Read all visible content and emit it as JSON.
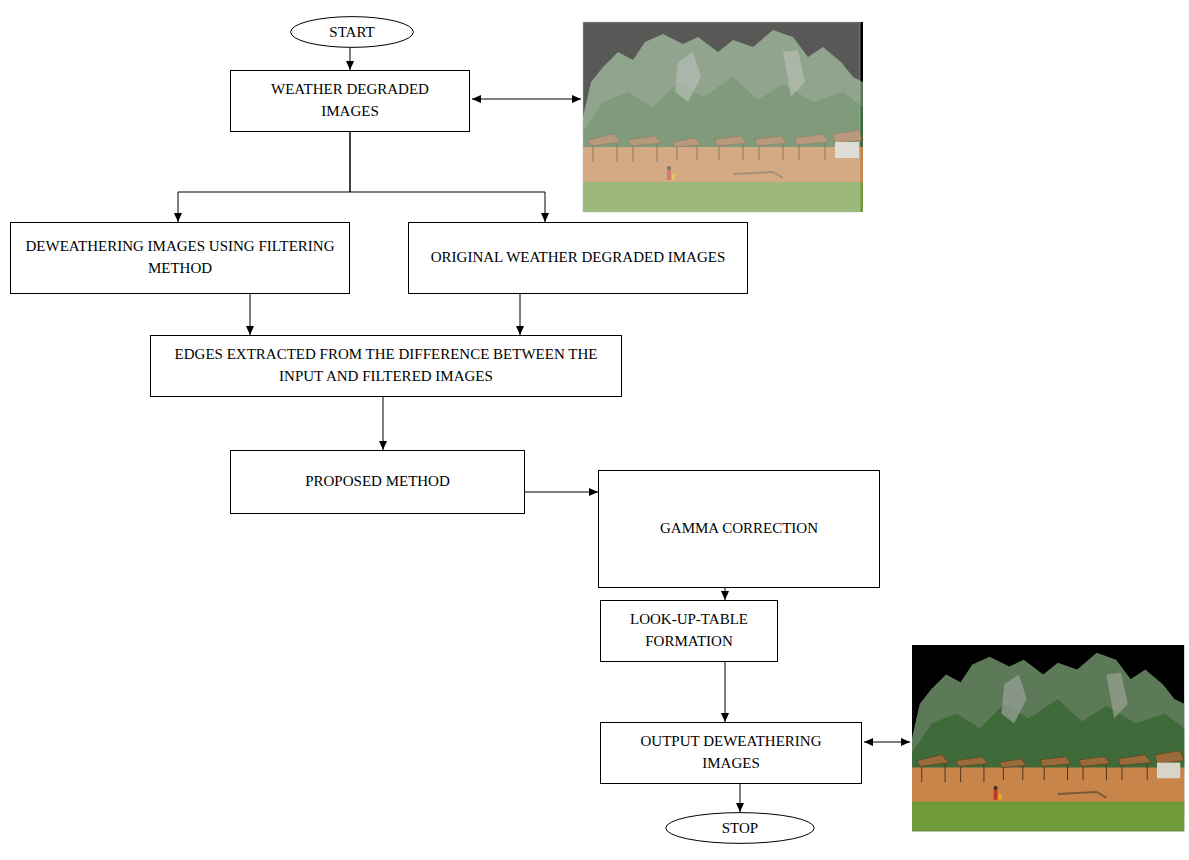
{
  "diagram": {
    "nodes": [
      {
        "text": [
          "START"
        ]
      },
      {
        "text": [
          "WEATHER DEGRADED IMAGES"
        ]
      },
      {
        "text": [
          "DEWEATHERING IMAGES USING FILTERING METHOD"
        ]
      },
      {
        "text": [
          "ORIGINAL WEATHER DEGRADED IMAGES"
        ]
      },
      {
        "text": [
          "EDGES EXTRACTED FROM THE DIFFERENCE BETWEEN THE INPUT AND FILTERED IMAGES"
        ]
      },
      {
        "text": [
          "PROPOSED METHOD"
        ]
      },
      {
        "text": [
          "GAMMA CORRECTION"
        ]
      },
      {
        "text": [
          "LOOK-UP-TABLE FORMATION"
        ]
      },
      {
        "text": [
          "OUTPUT DEWEATHERING IMAGES"
        ]
      },
      {
        "text": [
          "STOP"
        ]
      }
    ],
    "edges": [
      {
        "from": 0,
        "to": 1,
        "arrow": "to"
      },
      {
        "from": 1,
        "to": 2,
        "arrow": "to"
      },
      {
        "from": 1,
        "to": 3,
        "arrow": "to"
      },
      {
        "from": 2,
        "to": 4,
        "arrow": "to"
      },
      {
        "from": 3,
        "to": 4,
        "arrow": "to"
      },
      {
        "from": 4,
        "to": 5,
        "arrow": "to"
      },
      {
        "from": 5,
        "to": 6,
        "arrow": "to"
      },
      {
        "from": 6,
        "to": 7,
        "arrow": "to"
      },
      {
        "from": 7,
        "to": 8,
        "arrow": "to"
      },
      {
        "from": 8,
        "to": 9,
        "arrow": "to"
      }
    ]
  }
}
